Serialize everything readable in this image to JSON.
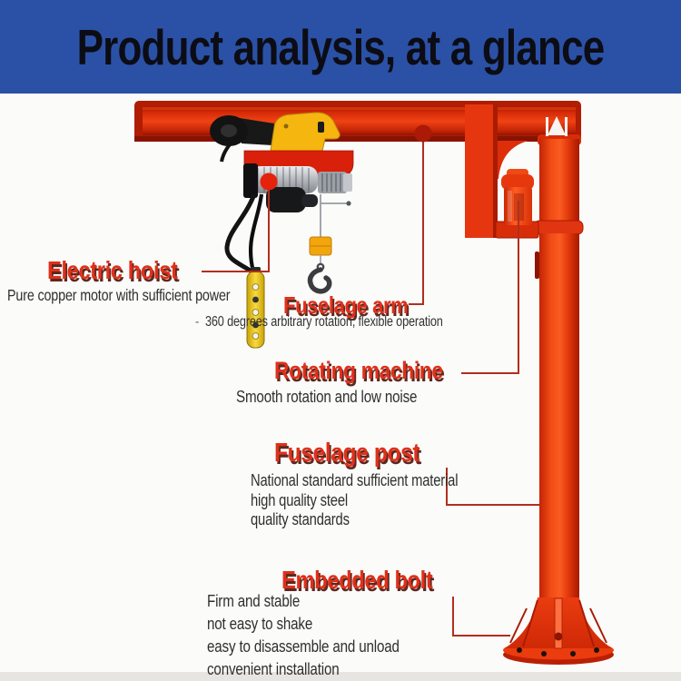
{
  "header": {
    "title": "Product analysis, at a glance",
    "bg_color": "#2b51a6",
    "text_color": "#0c0c15"
  },
  "labels": {
    "electric_hoist": {
      "title": "Electric hoist",
      "caption": "Pure copper motor with sufficient power"
    },
    "fuselage_arm": {
      "title": "Fuselage arm",
      "bullet": "-",
      "caption": "360 degrees arbitrary rotation, flexible operation"
    },
    "rotating_machine": {
      "title": "Rotating machine",
      "caption": "Smooth rotation and low noise"
    },
    "fuselage_post": {
      "title": "Fuselage post",
      "lines": [
        "National standard sufficient material",
        "high quality steel",
        "quality standards"
      ]
    },
    "embedded_bolt": {
      "title": "Embedded bolt",
      "lines": [
        "Firm and stable",
        "not easy to shake",
        "easy to disassemble and unload",
        "convenient installation"
      ]
    }
  },
  "colors": {
    "accent_red_title": "#e0301a",
    "callout_line": "#b22e1e",
    "crane_orange": "#e8350e",
    "hoist_yellow": "#f4b60f",
    "body_text": "#2f2f2f",
    "anchor_dot": "#e5220c"
  }
}
